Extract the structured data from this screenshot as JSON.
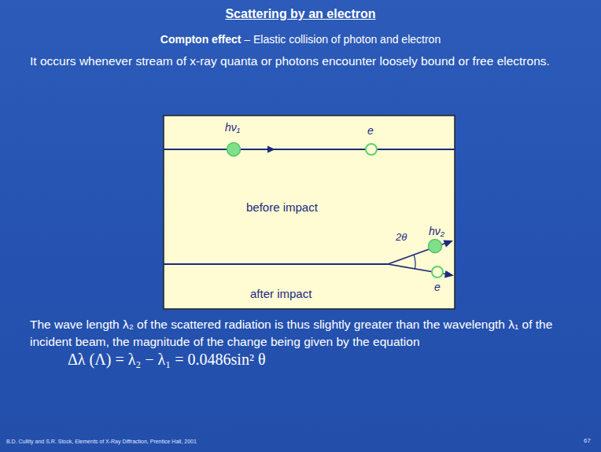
{
  "diagram": {
    "title": "Scattering by an electron",
    "nodes": [
      {
        "text": [
          "before impact",
          "after impact"
        ]
      }
    ],
    "labels": [
      "Compton effect",
      "– Elastic collision of photon and electron",
      "It occurs whenever stream of  x-ray quanta or photons encounter loosely bound or free electrons.",
      "hν₁",
      "e",
      "2θ",
      "hν₂",
      "e",
      "The wave length λ₂ of the scattered radiation is thus slightly greater than the wavelength λ₁ of the incident beam, the magnitude of the change being given by the equation",
      "Δλ (Λ) = λ₂ − λ₁ = 0.0486sin² θ",
      "B.D. Cullity and S.R. Stock, Elements of X-Ray Diffraction, Prentice Hall, 2001",
      "67"
    ]
  }
}
